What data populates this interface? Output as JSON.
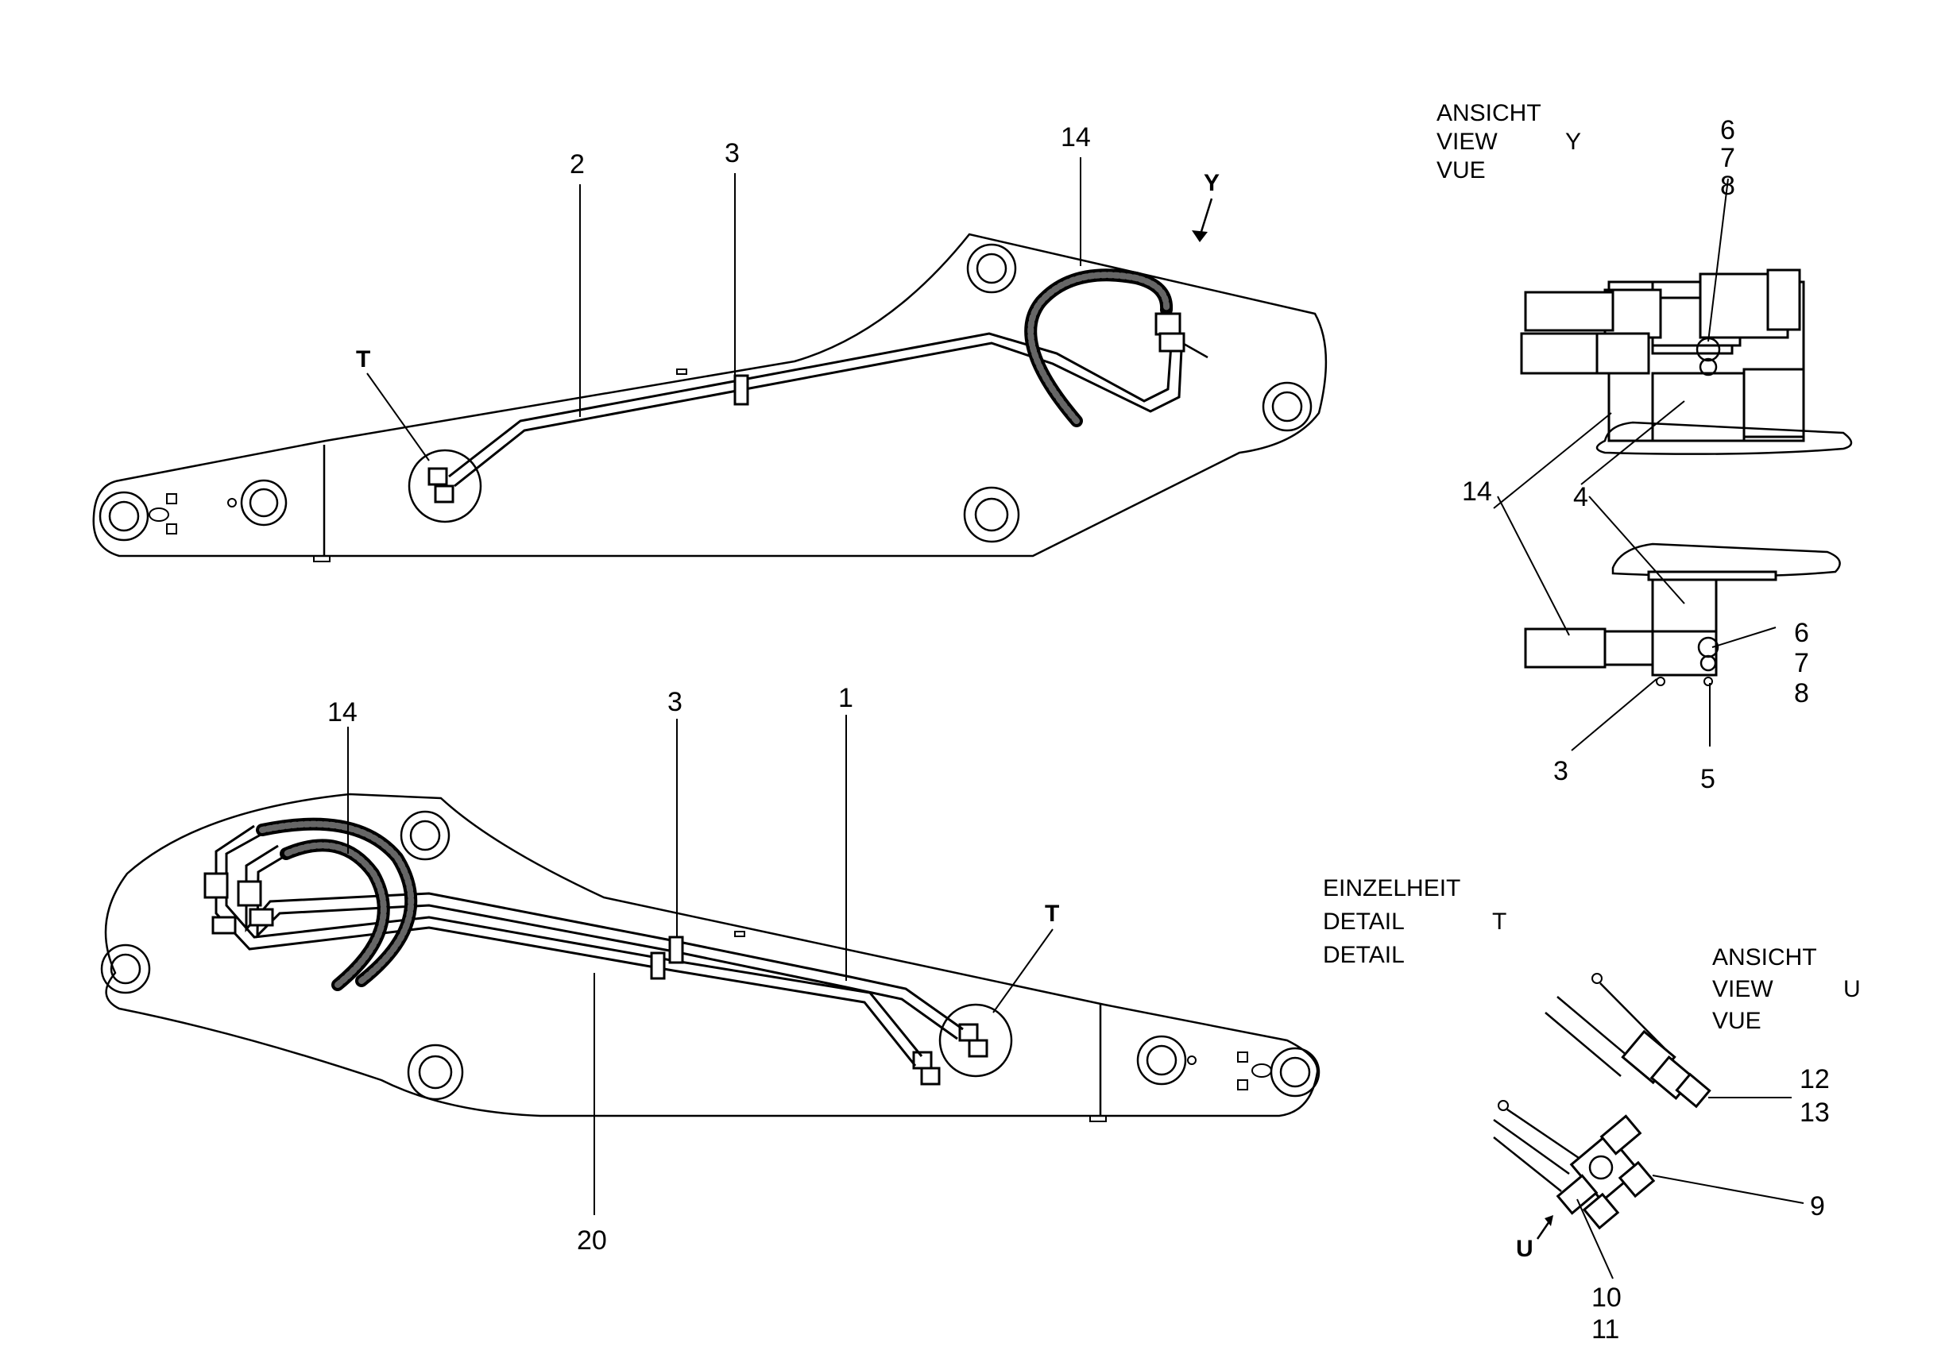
{
  "top_view": {
    "labels": {
      "p2": "2",
      "p3": "3",
      "p14": "14",
      "T": "T",
      "Y": "Y"
    }
  },
  "bottom_view": {
    "labels": {
      "p14": "14",
      "p3": "3",
      "p1": "1",
      "T": "T",
      "p20": "20"
    }
  },
  "view_y": {
    "title_lines": [
      "ANSICHT",
      "VIEW",
      "VUE"
    ],
    "letter": "Y",
    "labels": {
      "upper_6": "6",
      "upper_7": "7",
      "upper_8": "8",
      "p14": "14",
      "p4": "4",
      "lower_6": "6",
      "lower_7": "7",
      "lower_8": "8",
      "p3": "3",
      "p5": "5"
    }
  },
  "detail_t": {
    "title_lines": [
      "EINZELHEIT",
      "DETAIL",
      "DETAIL"
    ],
    "letter": "T",
    "view_u": {
      "title_lines": [
        "ANSICHT",
        "VIEW",
        "VUE"
      ],
      "letter": "U"
    },
    "labels": {
      "p12": "12",
      "p13": "13",
      "p9": "9",
      "p10": "10",
      "p11": "11",
      "U": "U"
    }
  }
}
